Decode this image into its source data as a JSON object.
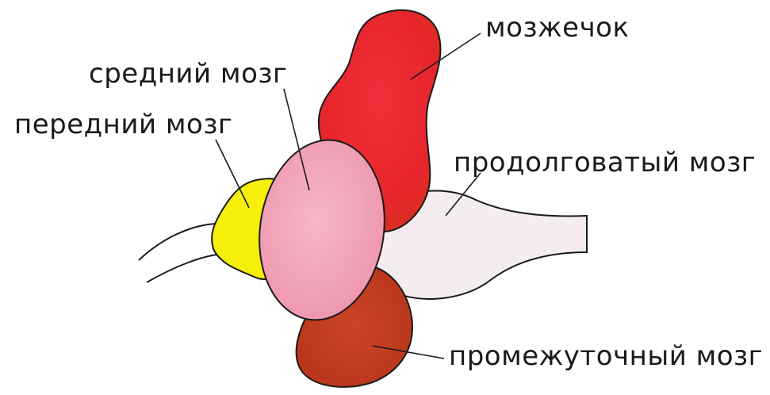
{
  "labels": {
    "cerebellum": "мозжечок",
    "midbrain": "средний мозг",
    "forebrain": "передний мозг",
    "medulla": "продолговатый мозг",
    "diencephalon": "промежуточный мозг"
  },
  "colors": {
    "cerebellum": "#e8252e",
    "midbrain": "#f0a0b6",
    "forebrain": "#f5ef0a",
    "medulla": "#f4ecee",
    "diencephalon": "#c63a1f",
    "outline": "#1a1a1a"
  }
}
